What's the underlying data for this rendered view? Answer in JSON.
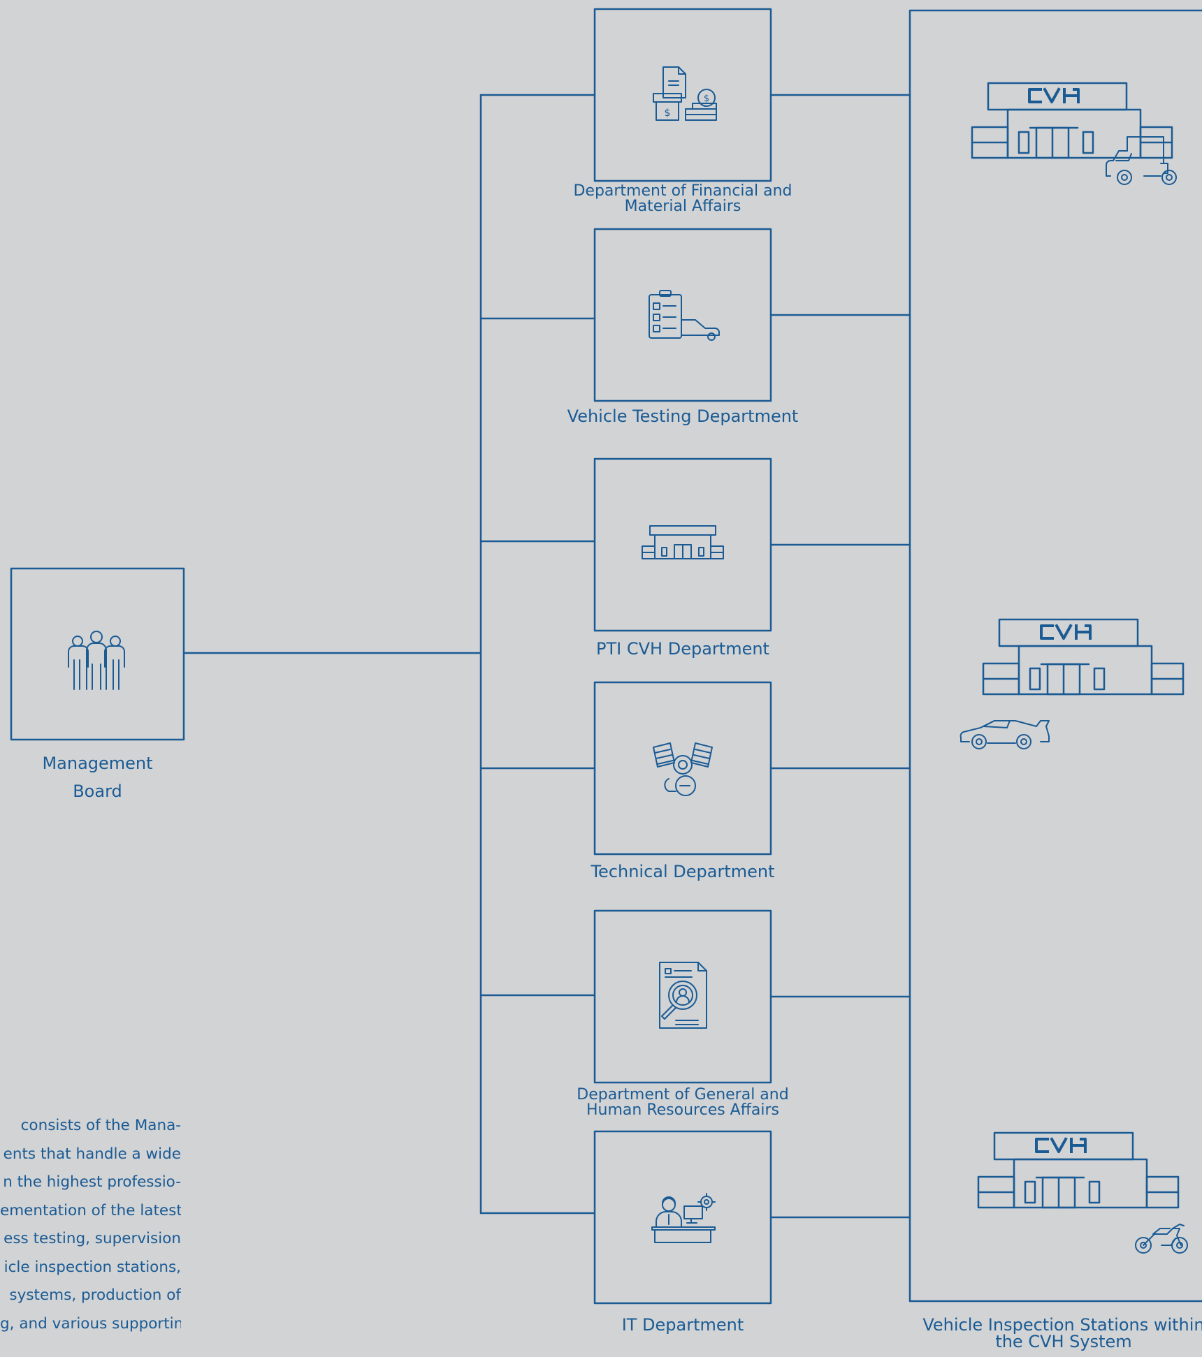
{
  "colors": {
    "background": "#d2d3d5",
    "line": "#1a5b94"
  },
  "management": {
    "label_line1": "Management",
    "label_line2": "Board",
    "icon": "people-group-icon"
  },
  "departments": [
    {
      "label_line1": "Department of Financial and",
      "label_line2": "Material Affairs",
      "icon": "finance-documents-icon"
    },
    {
      "label_line1": "Vehicle Testing Department",
      "label_line2": "",
      "icon": "checklist-car-icon"
    },
    {
      "label_line1": "PTI CVH Department",
      "label_line2": "",
      "icon": "inspection-station-icon"
    },
    {
      "label_line1": "Technical Department",
      "label_line2": "",
      "icon": "engine-icon"
    },
    {
      "label_line1": "Department of General and",
      "label_line2": "Human Resources Affairs",
      "icon": "profile-search-icon"
    },
    {
      "label_line1": "IT Department",
      "label_line2": "",
      "icon": "it-specialist-icon"
    }
  ],
  "stations": {
    "label_line1": "Vehicle Inspection Stations within",
    "label_line2": "the CVH System",
    "logo_text": "CVH",
    "vehicles": [
      "truck-icon",
      "sports-car-icon",
      "motorcycle-icon"
    ]
  },
  "description": [
    "consists of the Mana-",
    "ents that handle a wide",
    "n the highest professio-",
    "ementation of the latest",
    "ess testing, supervision",
    "icle inspection stations,",
    "systems, production of",
    "g, and various supporting"
  ]
}
